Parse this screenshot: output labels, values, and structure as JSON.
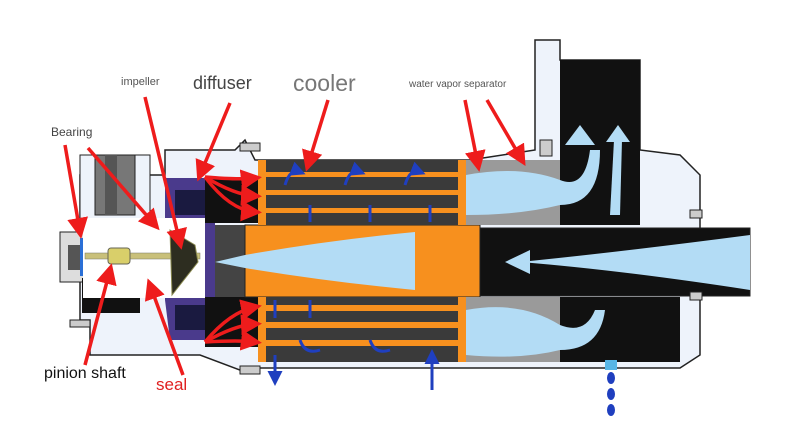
{
  "diagram": {
    "labels": {
      "impeller": "impeller",
      "diffuser": "diffuser",
      "cooler": "cooler",
      "water_vapor_separator": "water vapor separator",
      "bearing": "Bearing",
      "pinion_shaft": "pinion shaft",
      "seal": "seal"
    },
    "colors": {
      "arrow": "#ee1c1c",
      "orange": "#f7901e",
      "dark": "#3a3a3a",
      "flow": "#b3dcf5",
      "housing": "#eef3fb",
      "coolant": "#1f3fbf",
      "label_gray": "#666666",
      "seal_label": "#e02020"
    }
  }
}
